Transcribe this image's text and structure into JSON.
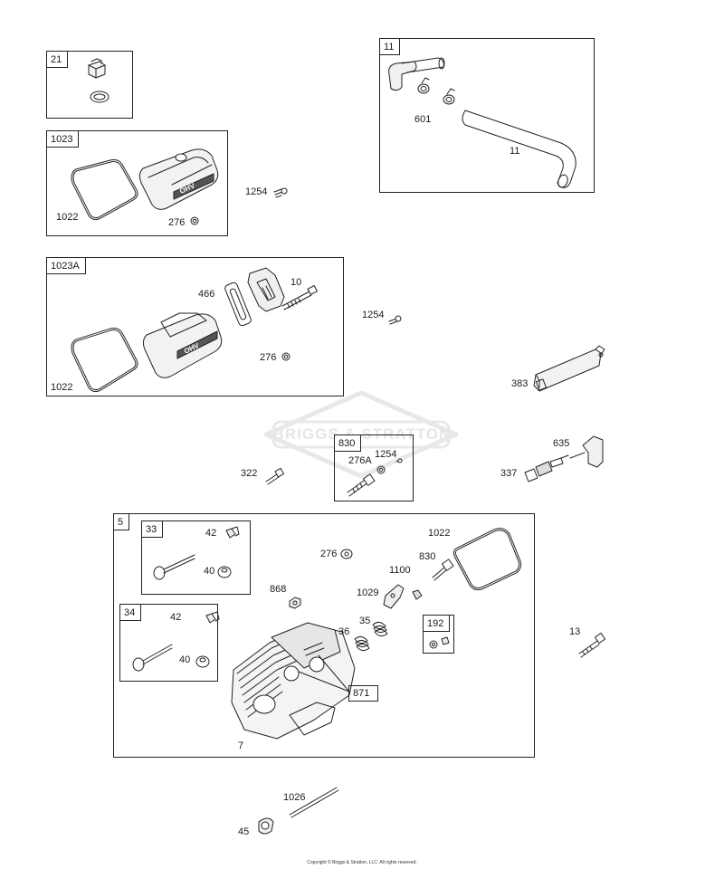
{
  "watermark": "BRIGGS & STRATTON",
  "copyright": "Copyright © Briggs & Stratton, LLC. All rights reserved.",
  "groups": {
    "g21": "21",
    "g1023": "1023",
    "g1023a": "1023A",
    "g11": "11",
    "g830": "830",
    "g5": "5",
    "g33": "33",
    "g34": "34",
    "g192": "192"
  },
  "labels": {
    "p1022a": "1022",
    "p276a": "276",
    "p1254a": "1254",
    "p466": "466",
    "p10": "10",
    "p1254b": "1254",
    "p276b": "276",
    "p1022b": "1022",
    "p601": "601",
    "p11": "11",
    "p383": "383",
    "p635": "635",
    "p337": "337",
    "p322": "322",
    "p276A": "276A",
    "p1254c": "1254",
    "p42a": "42",
    "p40a": "40",
    "p276c": "276",
    "p1022c": "1022",
    "p830": "830",
    "p1100": "1100",
    "p868": "868",
    "p1029": "1029",
    "p35": "35",
    "p36": "36",
    "p42b": "42",
    "p40b": "40",
    "p871": "871",
    "p7": "7",
    "p13": "13",
    "p1026": "1026",
    "p45": "45"
  }
}
